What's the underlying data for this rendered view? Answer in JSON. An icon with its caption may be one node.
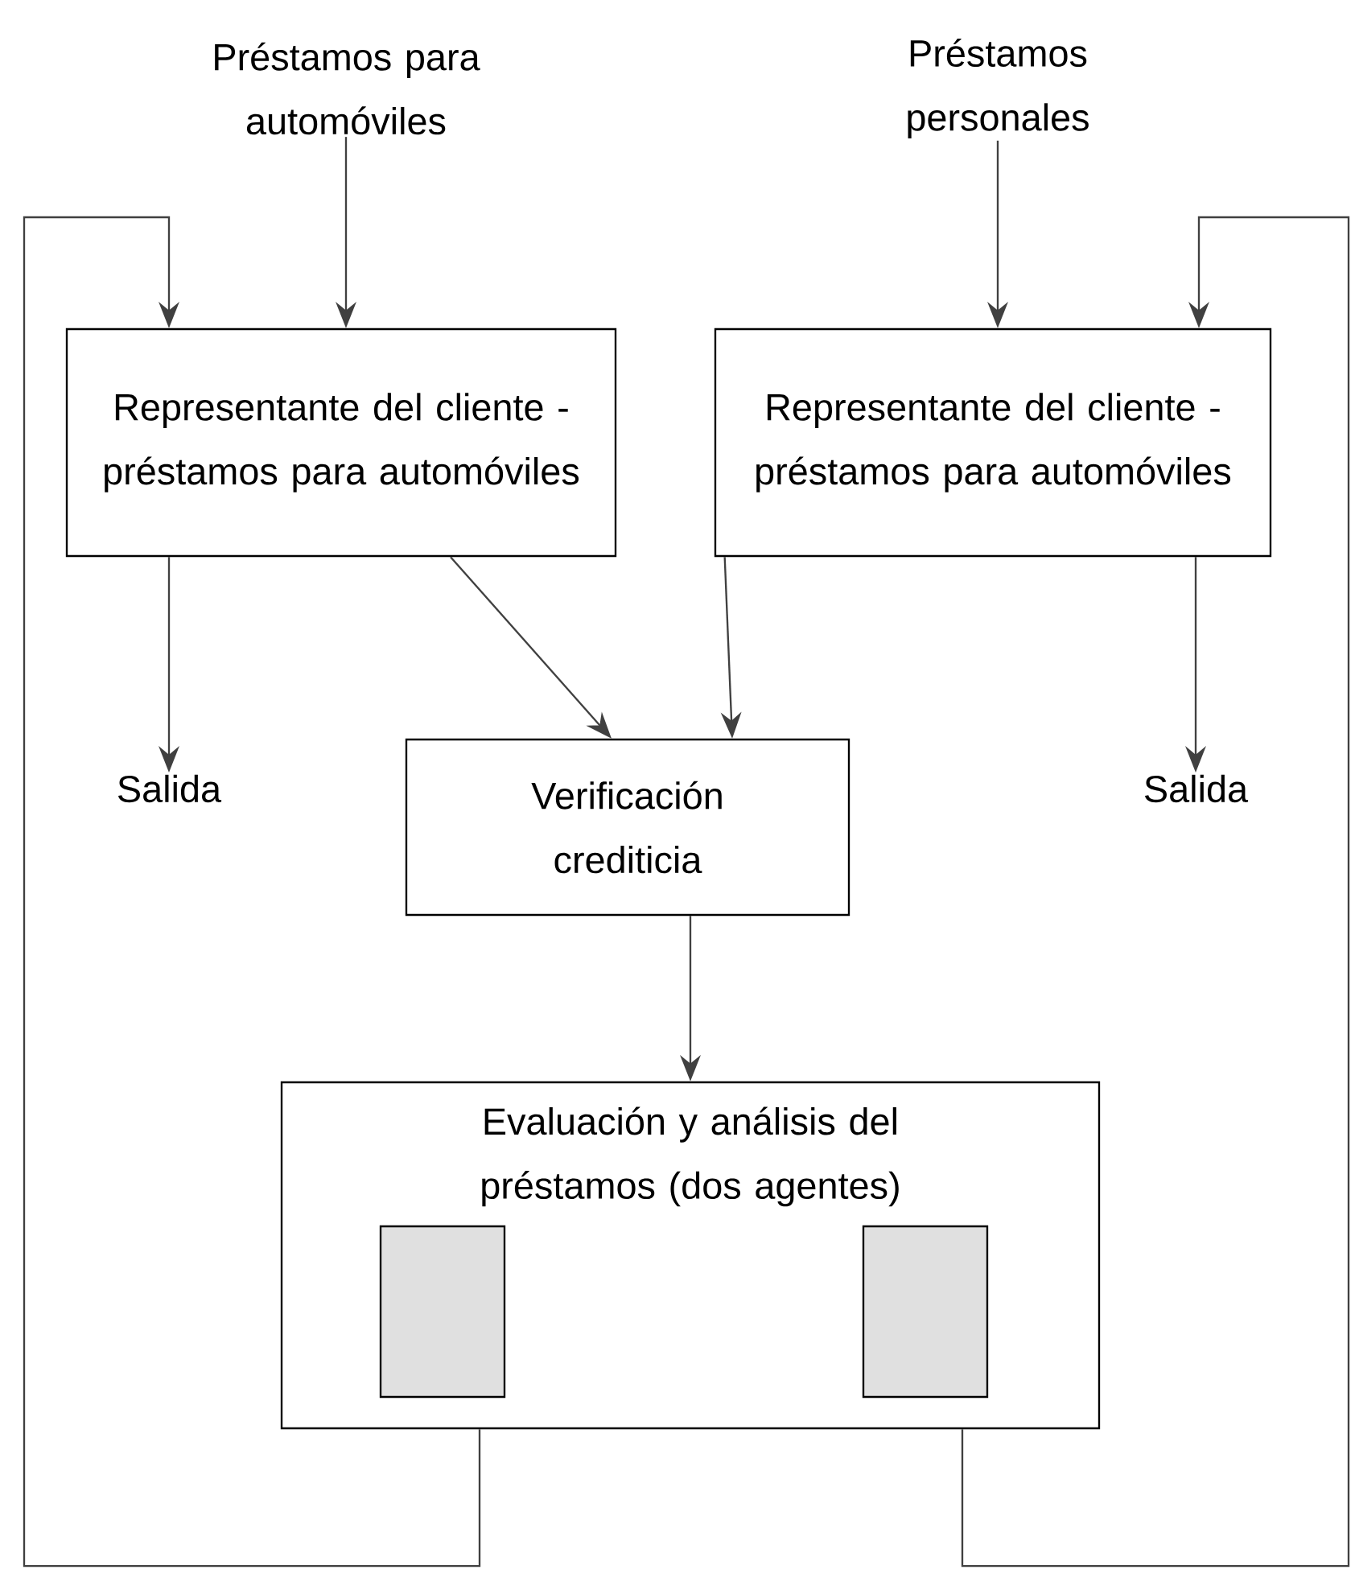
{
  "diagram": {
    "nodes": [
      {
        "text": [
          "Préstamos para automóviles"
        ]
      },
      {
        "text": [
          "Préstamos personales"
        ]
      },
      {
        "text": [
          "Representante del cliente - préstamos para automóviles"
        ]
      },
      {
        "text": [
          "Representante del cliente - préstamos para automóviles"
        ]
      },
      {
        "text": [
          "Salida"
        ]
      },
      {
        "text": [
          "Salida"
        ]
      },
      {
        "text": [
          "Verificación crediticia"
        ]
      },
      {
        "text": [
          "Evaluación y análisis del préstamos (dos agentes)"
        ]
      },
      {
        "text": [],
        "shape": "box",
        "in": 7
      },
      {
        "text": [],
        "shape": "box",
        "in": 7
      }
    ],
    "edges": [
      {
        "from": 0,
        "to": 2,
        "arrow": "to"
      },
      {
        "from": 1,
        "to": 3,
        "arrow": "to"
      },
      {
        "from": 2,
        "to": 4,
        "arrow": "to"
      },
      {
        "from": 3,
        "to": 5,
        "arrow": "to"
      },
      {
        "from": 2,
        "to": 6,
        "arrow": "to"
      },
      {
        "from": 3,
        "to": 6,
        "arrow": "to"
      },
      {
        "from": 6,
        "to": 7,
        "arrow": "to"
      },
      {
        "from": 7,
        "to": 2,
        "arrow": "to"
      },
      {
        "from": 7,
        "to": 3,
        "arrow": "to"
      }
    ]
  }
}
